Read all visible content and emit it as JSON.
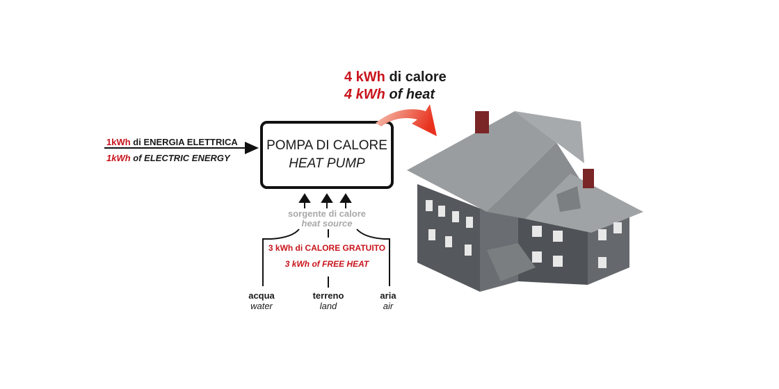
{
  "output": {
    "value_it": "4 kWh",
    "label_it": " di calore",
    "value_en": "4 kWh",
    "label_en": " of heat"
  },
  "input": {
    "value_it": "1kWh",
    "label_it": " di ENERGIA ELETTRICA",
    "value_en": "1kWh",
    "label_en": " of ELECTRIC ENERGY"
  },
  "pump": {
    "title_it": "POMPA DI CALORE",
    "title_en": "HEAT PUMP"
  },
  "source": {
    "label_it": "sorgente di calore",
    "label_en": "heat source"
  },
  "free_heat": {
    "it": "3 kWh di CALORE GRATUITO",
    "en": "3 kWh of FREE HEAT"
  },
  "sources": [
    {
      "it": "acqua",
      "en": "water"
    },
    {
      "it": "terreno",
      "en": "land"
    },
    {
      "it": "aria",
      "en": "air"
    }
  ],
  "colors": {
    "accent": "#c8141c",
    "house": "#5f6266",
    "roof": "#9a9d9f"
  }
}
